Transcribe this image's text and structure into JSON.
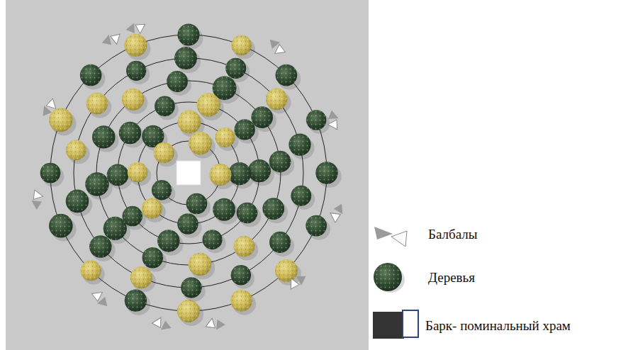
{
  "diagram": {
    "legend": [
      {
        "text": "Балбалы"
      },
      {
        "text": "Деревья"
      },
      {
        "text": "Барк- поминальный храм"
      }
    ]
  }
}
